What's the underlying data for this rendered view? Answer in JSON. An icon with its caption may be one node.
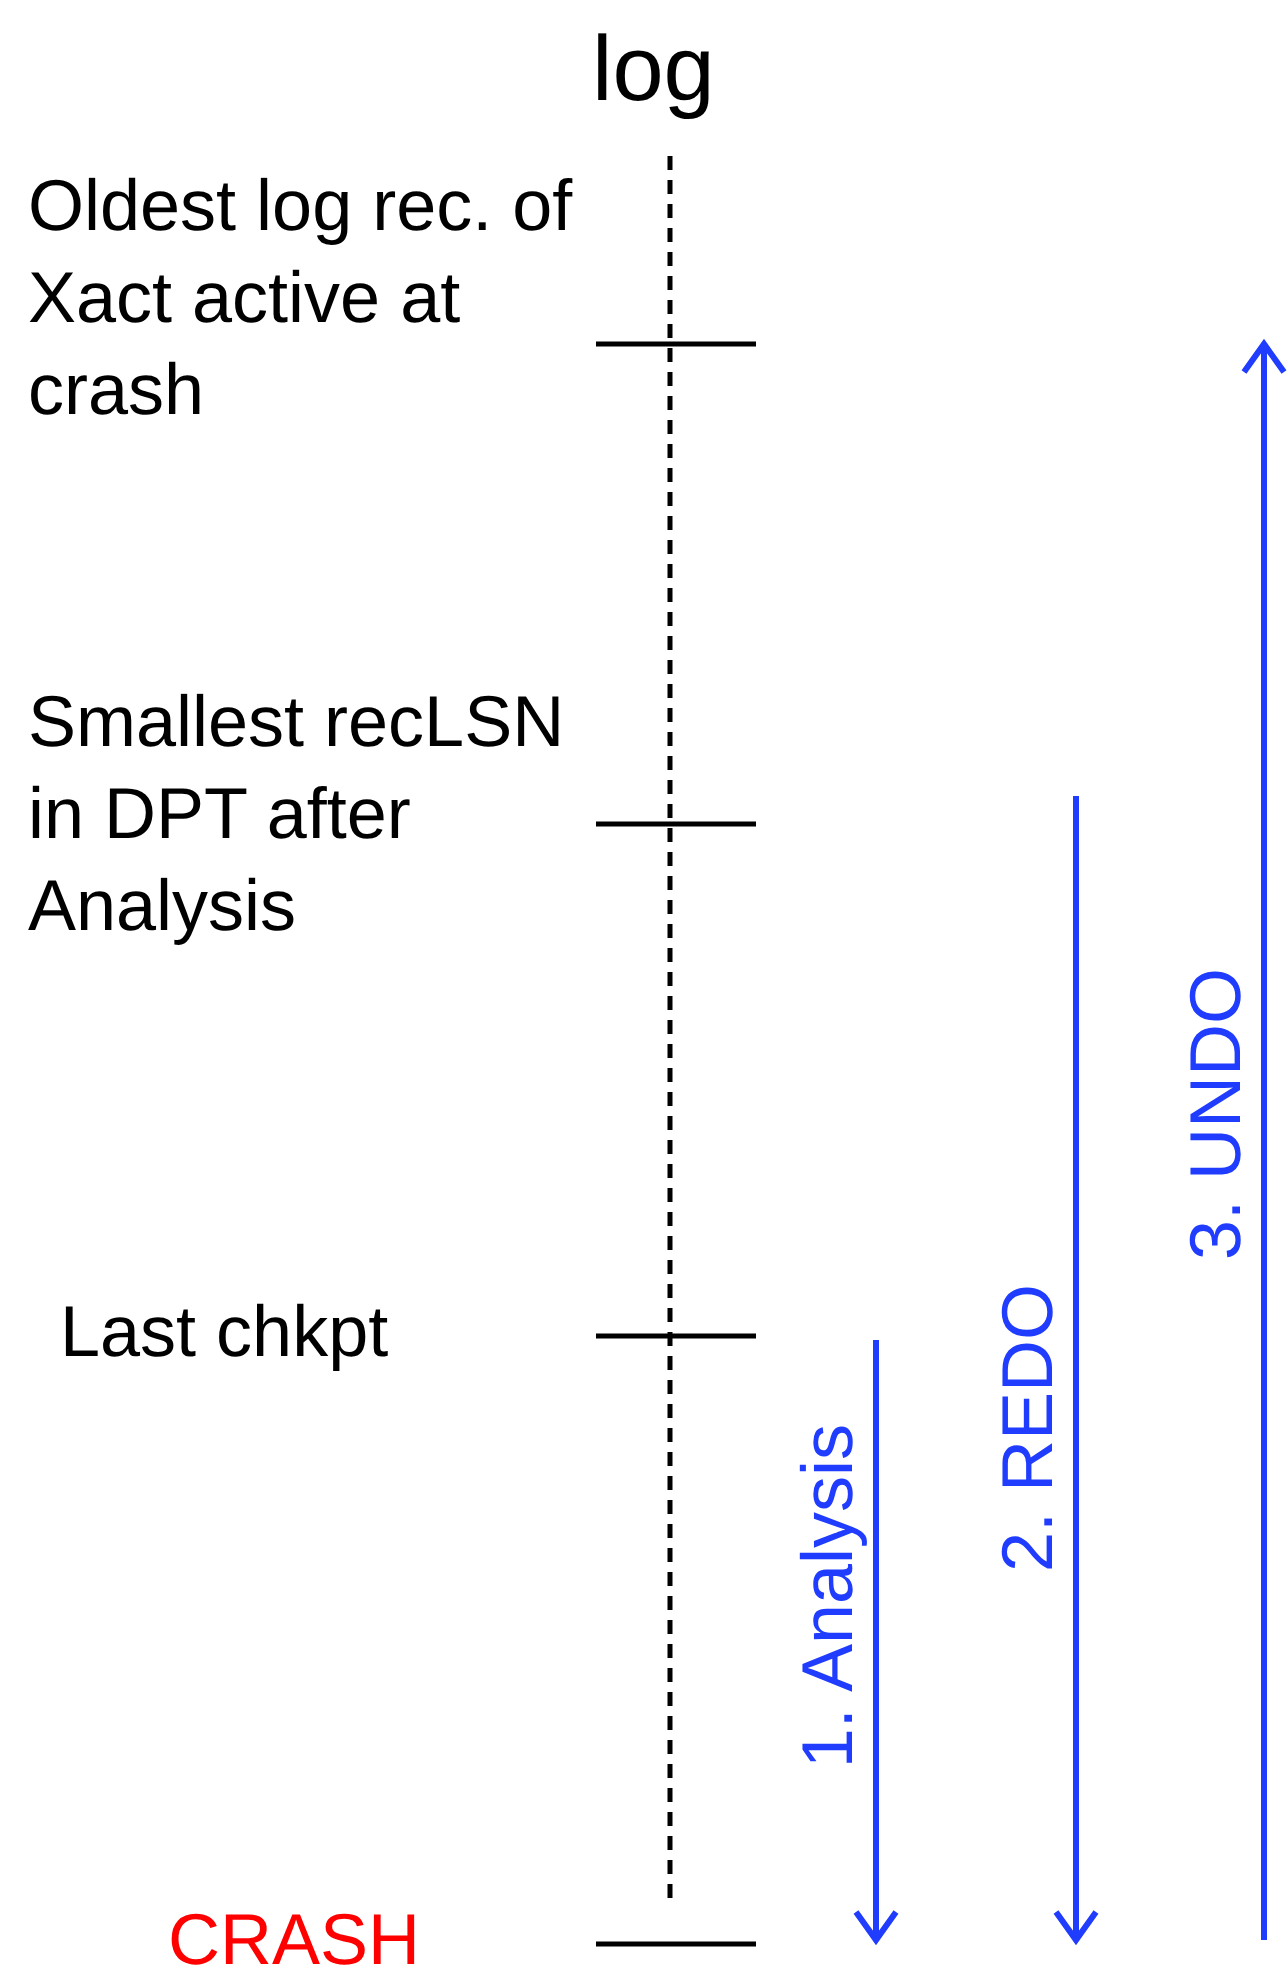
{
  "diagram": {
    "title": "log",
    "labels": [
      "Oldest log rec. of  Xact active at crash",
      "Smallest recLSN in DPT after Analysis",
      "Last chkpt",
      "CRASH",
      "1. Analysis",
      "2. REDO",
      "3. UNDO"
    ]
  }
}
